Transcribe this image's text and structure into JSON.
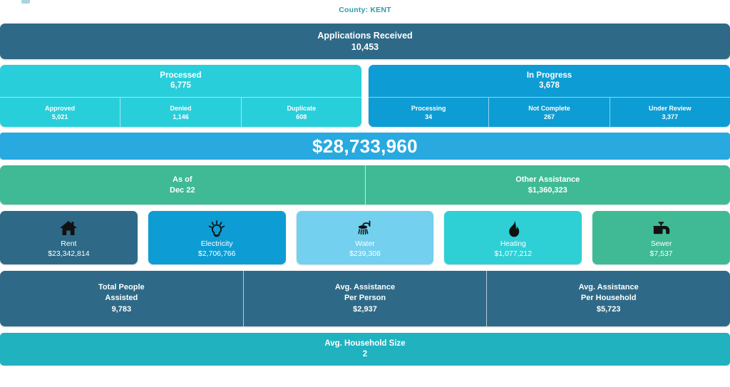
{
  "header": {
    "county_label": "County: KENT"
  },
  "applications": {
    "title": "Applications Received",
    "value": "10,453",
    "color": "#2e6a87"
  },
  "processed": {
    "title": "Processed",
    "value": "6,775",
    "color": "#28cfdb",
    "breakdown": [
      {
        "label": "Approved",
        "value": "5,021"
      },
      {
        "label": "Denied",
        "value": "1,146"
      },
      {
        "label": "Duplicate",
        "value": "608"
      }
    ]
  },
  "in_progress": {
    "title": "In Progress",
    "value": "3,678",
    "color": "#0d9dd4",
    "breakdown": [
      {
        "label": "Processing",
        "value": "34"
      },
      {
        "label": "Not Complete",
        "value": "267"
      },
      {
        "label": "Under Review",
        "value": "3,377"
      }
    ]
  },
  "total_banner": {
    "amount": "$28,733,960",
    "color": "#28a9e0"
  },
  "as_of_row": {
    "color": "#3fba94",
    "cells": [
      {
        "label": "As of",
        "value": "Dec 22"
      },
      {
        "label": "Other Assistance",
        "value": "$1,360,323"
      }
    ]
  },
  "category_tiles": [
    {
      "icon": "home-icon",
      "label": "Rent",
      "value": "$23,342,814",
      "color": "#2e6a87"
    },
    {
      "icon": "lightbulb-icon",
      "label": "Electricity",
      "value": "$2,706,766",
      "color": "#0d9dd4"
    },
    {
      "icon": "shower-icon",
      "label": "Water",
      "value": "$239,308",
      "color": "#73d0ee"
    },
    {
      "icon": "flame-icon",
      "label": "Heating",
      "value": "$1,077,212",
      "color": "#2ed0d6"
    },
    {
      "icon": "faucet-icon",
      "label": "Sewer",
      "value": "$7,537",
      "color": "#3fba94"
    }
  ],
  "stats": {
    "color": "#2e6a87",
    "cells": [
      {
        "line1": "Total People",
        "line2": "Assisted",
        "value": "9,783"
      },
      {
        "line1": "Avg. Assistance",
        "line2": "Per Person",
        "value": "$2,937"
      },
      {
        "line1": "Avg. Assistance",
        "line2": "Per Household",
        "value": "$5,723"
      }
    ]
  },
  "household": {
    "label": "Avg. Household Size",
    "value": "2",
    "color": "#20b2bf"
  }
}
